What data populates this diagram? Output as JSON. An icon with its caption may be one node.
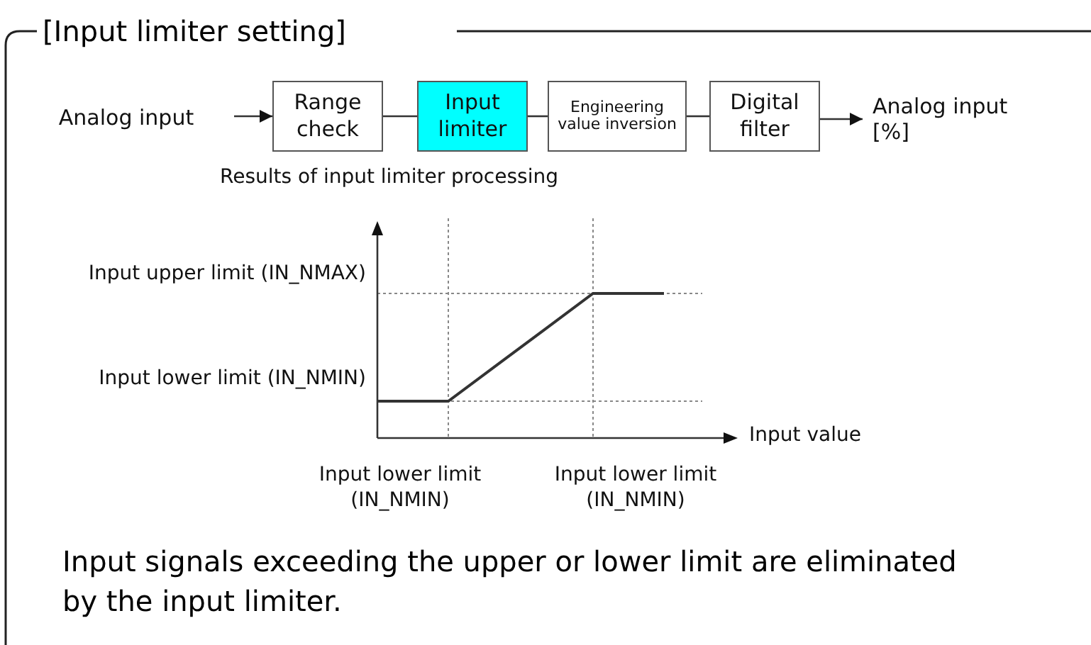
{
  "diagram": {
    "title": "[Input limiter setting]",
    "caption": "Input signals exceeding the upper or lower limit are eliminated by the input limiter.",
    "nodes": [
      {
        "text": [
          "Analog input"
        ]
      },
      {
        "text": [
          "Range check"
        ]
      },
      {
        "text": [
          "Input limiter"
        ]
      },
      {
        "text": [
          "Engineering value inversion"
        ]
      },
      {
        "text": [
          "Digital filter"
        ]
      },
      {
        "text": [
          "Analog input [%]"
        ]
      }
    ],
    "edges": [
      {
        "from": 0,
        "to": 1,
        "arrow": "to"
      },
      {
        "from": 1,
        "to": 2,
        "arrow": "none"
      },
      {
        "from": 2,
        "to": 3,
        "arrow": "none"
      },
      {
        "from": 3,
        "to": 4,
        "arrow": "none"
      },
      {
        "from": 4,
        "to": 5,
        "arrow": "to"
      }
    ],
    "labels": [
      "Results of input limiter processing",
      "Input upper limit (IN_NMAX)",
      "Input lower limit (IN_NMIN)",
      "Input value",
      "Input lower limit (IN_NMIN)",
      "Input lower limit (IN_NMIN)"
    ]
  }
}
